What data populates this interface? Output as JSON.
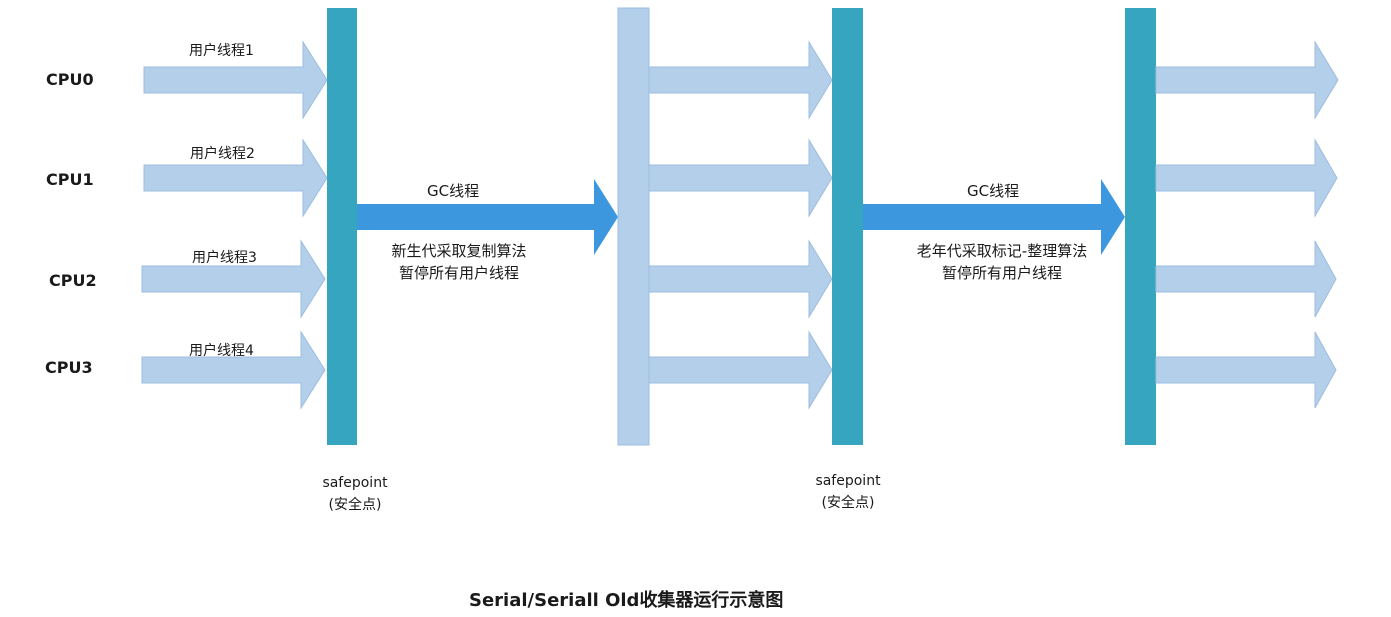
{
  "cpus": [
    "CPU0",
    "CPU1",
    "CPU2",
    "CPU3"
  ],
  "user_threads": [
    "用户线程1",
    "用户线程2",
    "用户线程3",
    "用户线程4"
  ],
  "gc_phases": [
    {
      "label": "GC线程",
      "note_line1": "新生代采取复制算法",
      "note_line2": "暂停所有用户线程"
    },
    {
      "label": "GC线程",
      "note_line1": "老年代采取标记-整理算法",
      "note_line2": "暂停所有用户线程"
    }
  ],
  "safepoints": [
    {
      "line1": "safepoint",
      "line2": "(安全点)"
    },
    {
      "line1": "safepoint",
      "line2": "(安全点)"
    }
  ],
  "caption": "Serial/Seriall Old收集器运行示意图",
  "colors": {
    "user_arrow_fill": "#b3cfea",
    "user_arrow_stroke": "#9cbde0",
    "safepoint_bar": "#36a6c0",
    "gc_arrow": "#3c97de",
    "light_bar": "#b3cfea"
  }
}
